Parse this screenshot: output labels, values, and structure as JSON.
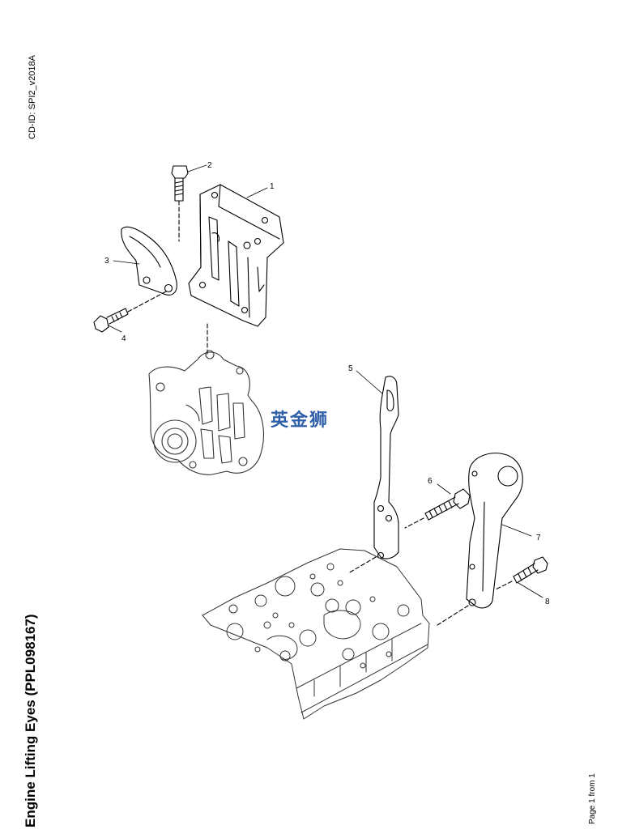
{
  "header": {
    "cd_id": "CD-ID: SPI2_v2018A"
  },
  "document": {
    "title": "Engine Lifting Eyes (PPL098167)",
    "pager": "Page 1 from 1"
  },
  "watermark": {
    "text": "英金狮",
    "color": "#2f5fa8"
  },
  "callouts": [
    "1",
    "2",
    "3",
    "4",
    "5",
    "6",
    "7",
    "8"
  ]
}
